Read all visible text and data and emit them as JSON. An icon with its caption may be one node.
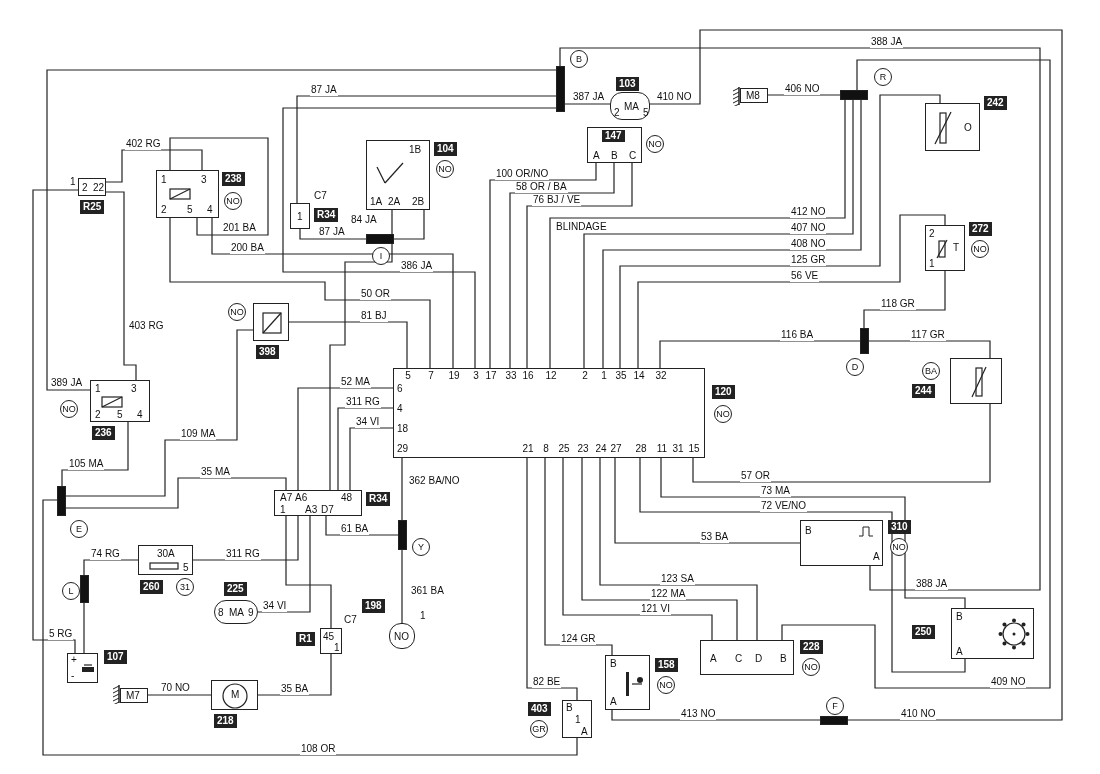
{
  "diagram": {
    "nodes": [
      {
        "text": [
          "5",
          "7",
          "19",
          "3",
          "17",
          "33",
          "16",
          "12",
          "2",
          "1",
          "35",
          "14",
          "32",
          "6",
          "4",
          "18",
          "29",
          "21",
          "8",
          "25",
          "23",
          "24",
          "27",
          "28",
          "11",
          "31",
          "15"
        ],
        "beside": [
          "120",
          "NO"
        ]
      },
      {
        "text": [
          "1",
          "3",
          "2",
          "5",
          "4"
        ],
        "beside": [
          "238",
          "NO"
        ]
      },
      {
        "text": [
          "1",
          "3",
          "2",
          "5",
          "4"
        ],
        "beside": [
          "236",
          "NO"
        ]
      },
      {
        "text": [
          "2",
          "22"
        ],
        "beside": [
          "1",
          "R25"
        ]
      },
      {
        "text": [
          "1"
        ],
        "beside": [
          "C7",
          "R34"
        ]
      },
      {
        "text": [
          "1B",
          "1A",
          "2A",
          "2B"
        ],
        "beside": [
          "104",
          "NO"
        ]
      },
      {
        "text": [],
        "shape": "bar",
        "beside": [
          "I"
        ]
      },
      {
        "text": [],
        "shape": "bar",
        "beside": [
          "B"
        ]
      },
      {
        "text": [
          "2",
          "MA",
          "5"
        ],
        "beside": [
          "103"
        ]
      },
      {
        "text": [
          "M8"
        ]
      },
      {
        "text": [],
        "shape": "bar",
        "beside": [
          "R"
        ]
      },
      {
        "text": [
          "147",
          "A",
          "B",
          "C"
        ],
        "beside": [
          "NO"
        ]
      },
      {
        "text": [
          "O"
        ],
        "beside": [
          "242"
        ]
      },
      {
        "text": [
          "2",
          "T",
          "1"
        ],
        "beside": [
          "272",
          "NO"
        ]
      },
      {
        "text": [],
        "shape": "bar",
        "beside": [
          "D"
        ]
      },
      {
        "text": [],
        "shape": "box",
        "beside": [
          "BA",
          "244"
        ]
      },
      {
        "text": [],
        "shape": "box",
        "beside": [
          "NO",
          "398"
        ]
      },
      {
        "text": [
          "A7",
          "A6",
          "48",
          "1",
          "A3",
          "D7"
        ],
        "beside": [
          "R34"
        ]
      },
      {
        "text": [],
        "shape": "bar",
        "beside": [
          "E"
        ]
      },
      {
        "text": [
          "30A",
          "5"
        ],
        "beside": [
          "260",
          "31"
        ]
      },
      {
        "text": [],
        "shape": "bar",
        "beside": [
          "L"
        ]
      },
      {
        "text": [
          "+",
          "-"
        ],
        "beside": [
          "107"
        ]
      },
      {
        "text": [
          "8",
          "MA",
          "9"
        ],
        "beside": [
          "225"
        ]
      },
      {
        "text": [
          "45",
          "1"
        ],
        "beside": [
          "C7",
          "R1"
        ]
      },
      {
        "text": [
          "M7"
        ]
      },
      {
        "text": [
          "M"
        ],
        "beside": [
          "218"
        ]
      },
      {
        "text": [],
        "shape": "bar",
        "beside": [
          "Y"
        ]
      },
      {
        "text": [
          "NO"
        ],
        "beside": [
          "198",
          "1"
        ]
      },
      {
        "text": [
          "B",
          "1",
          "A"
        ],
        "beside": [
          "403",
          "GR"
        ]
      },
      {
        "text": [
          "B",
          "A"
        ],
        "beside": [
          "158",
          "NO"
        ]
      },
      {
        "text": [
          "B",
          "A"
        ],
        "beside": [
          "310",
          "NO"
        ]
      },
      {
        "text": [
          "A",
          "C",
          "D",
          "B"
        ],
        "beside": [
          "228",
          "NO"
        ]
      },
      {
        "text": [
          "B",
          "A"
        ],
        "beside": [
          "250"
        ]
      },
      {
        "text": [],
        "shape": "bar",
        "beside": [
          "F"
        ]
      }
    ],
    "edges": [
      {
        "from": 7,
        "to": 8,
        "arrow": "none",
        "label": "387 JA"
      },
      {
        "from": 8,
        "to": 33,
        "arrow": "none",
        "label": "410 NO"
      },
      {
        "from": 7,
        "to": 30,
        "arrow": "none",
        "label": "388 JA"
      },
      {
        "from": 7,
        "to": 2,
        "arrow": "none",
        "label": "389 JA"
      },
      {
        "from": 7,
        "to": 4,
        "arrow": "none",
        "label": "87 JA"
      },
      {
        "from": 7,
        "to": 0,
        "arrow": "none",
        "label": "386 JA"
      },
      {
        "from": 4,
        "to": 6,
        "arrow": "none",
        "label": "87 JA"
      },
      {
        "from": 6,
        "to": 5,
        "arrow": "none"
      },
      {
        "from": 5,
        "to": 17,
        "arrow": "none",
        "label": "84 JA"
      },
      {
        "from": 3,
        "to": 1,
        "arrow": "none",
        "label": "402 RG"
      },
      {
        "from": 3,
        "to": 2,
        "arrow": "none",
        "label": "403 RG"
      },
      {
        "from": 1,
        "to": 1,
        "arrow": "none",
        "label": "201 BA"
      },
      {
        "from": 1,
        "to": 0,
        "arrow": "none",
        "label": "200 BA"
      },
      {
        "from": 1,
        "to": 0,
        "arrow": "none",
        "label": "50 OR"
      },
      {
        "from": 16,
        "to": 0,
        "arrow": "none",
        "label": "81 BJ"
      },
      {
        "from": 18,
        "to": 16,
        "arrow": "none",
        "label": "109 MA"
      },
      {
        "from": 2,
        "to": 18,
        "arrow": "none",
        "label": "105 MA"
      },
      {
        "from": 18,
        "to": 17,
        "arrow": "none",
        "label": "35 MA"
      },
      {
        "from": 17,
        "to": 0,
        "arrow": "none",
        "label": "52 MA"
      },
      {
        "from": 17,
        "to": 0,
        "arrow": "none",
        "label": "311 RG"
      },
      {
        "from": 17,
        "to": 0,
        "arrow": "none",
        "label": "34 VI"
      },
      {
        "from": 19,
        "to": 17,
        "arrow": "none",
        "label": "311 RG"
      },
      {
        "from": 22,
        "to": 17,
        "arrow": "none",
        "label": "34 VI"
      },
      {
        "from": 17,
        "to": 23,
        "arrow": "none"
      },
      {
        "from": 23,
        "to": 25,
        "arrow": "none",
        "label": "35 BA"
      },
      {
        "from": 24,
        "to": 25,
        "arrow": "none",
        "label": "70 NO"
      },
      {
        "from": 20,
        "to": 19,
        "arrow": "none",
        "label": "74 RG"
      },
      {
        "from": 20,
        "to": 21,
        "arrow": "none"
      },
      {
        "from": 3,
        "to": 21,
        "arrow": "none",
        "label": "5 RG"
      },
      {
        "from": 18,
        "to": 28,
        "arrow": "none",
        "label": "108 OR"
      },
      {
        "from": 0,
        "to": 26,
        "arrow": "none",
        "label": "362 BA/NO"
      },
      {
        "from": 17,
        "to": 26,
        "arrow": "none",
        "label": "61 BA"
      },
      {
        "from": 26,
        "to": 27,
        "arrow": "none",
        "label": "361 BA"
      },
      {
        "from": 0,
        "to": 28,
        "arrow": "none",
        "label": "82 BE"
      },
      {
        "from": 0,
        "to": 29,
        "arrow": "none",
        "label": "124 GR"
      },
      {
        "from": 0,
        "to": 31,
        "arrow": "none",
        "label": "121 VI"
      },
      {
        "from": 0,
        "to": 31,
        "arrow": "none",
        "label": "122 MA"
      },
      {
        "from": 0,
        "to": 31,
        "arrow": "none",
        "label": "123 SA"
      },
      {
        "from": 0,
        "to": 30,
        "arrow": "none",
        "label": "53 BA"
      },
      {
        "from": 0,
        "to": 32,
        "arrow": "none",
        "label": "73 MA"
      },
      {
        "from": 0,
        "to": 32,
        "arrow": "none",
        "label": "72 VE/NO"
      },
      {
        "from": 0,
        "to": 15,
        "arrow": "none",
        "label": "57 OR"
      },
      {
        "from": 31,
        "to": 10,
        "arrow": "none",
        "label": "409 NO"
      },
      {
        "from": 29,
        "to": 33,
        "arrow": "none",
        "label": "413 NO"
      },
      {
        "from": 10,
        "to": 0,
        "arrow": "none",
        "label": "412 NO"
      },
      {
        "from": 10,
        "to": 0,
        "arrow": "none",
        "label": "407 NO"
      },
      {
        "from": 10,
        "to": 0,
        "arrow": "none",
        "label": "408 NO"
      },
      {
        "from": 9,
        "to": 10,
        "arrow": "none",
        "label": "406 NO"
      },
      {
        "from": 12,
        "to": 0,
        "arrow": "none",
        "label": "125 GR"
      },
      {
        "from": 13,
        "to": 0,
        "arrow": "none",
        "label": "56 VE"
      },
      {
        "from": 13,
        "to": 14,
        "arrow": "none",
        "label": "118 GR"
      },
      {
        "from": 14,
        "to": 0,
        "arrow": "none",
        "label": "116 BA"
      },
      {
        "from": 14,
        "to": 15,
        "arrow": "none",
        "label": "117 GR"
      },
      {
        "from": 11,
        "to": 0,
        "arrow": "none",
        "label": "100 OR/NO"
      },
      {
        "from": 11,
        "to": 0,
        "arrow": "none",
        "label": "58 OR / BA"
      },
      {
        "from": 11,
        "to": 0,
        "arrow": "none",
        "label": "76 BJ / VE"
      }
    ],
    "labels": [
      "BLINDAGE",
      "388 JA",
      "410 NO"
    ]
  }
}
